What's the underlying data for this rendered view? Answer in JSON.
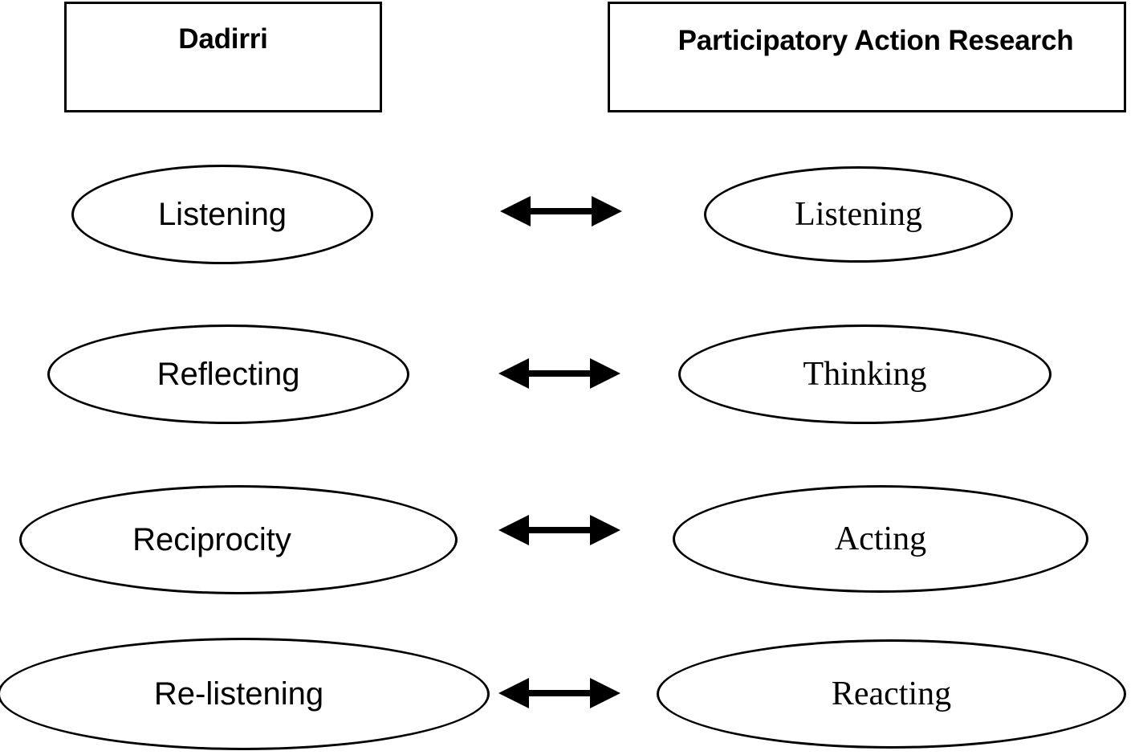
{
  "diagram": {
    "title": "Dadirri and Participatory Action Research alignment",
    "stroke_color": "#000000",
    "background_color": "#ffffff",
    "columns": [
      {
        "id": "dadirri",
        "header": "Dadirri",
        "nodes": [
          {
            "label": "Listening"
          },
          {
            "label": "Reflecting"
          },
          {
            "label": "Reciprocity"
          },
          {
            "label": "Re-listening"
          }
        ]
      },
      {
        "id": "participatory-action-research",
        "header": "Participatory Action Research",
        "nodes": [
          {
            "label": "Listening"
          },
          {
            "label": "Thinking"
          },
          {
            "label": "Acting"
          },
          {
            "label": "Reacting"
          }
        ]
      }
    ],
    "connectors": [
      {
        "icon": "double-arrow-icon",
        "from": "Listening",
        "to": "Listening"
      },
      {
        "icon": "double-arrow-icon",
        "from": "Reflecting",
        "to": "Thinking"
      },
      {
        "icon": "double-arrow-icon",
        "from": "Reciprocity",
        "to": "Acting"
      },
      {
        "icon": "double-arrow-icon",
        "from": "Re-listening",
        "to": "Reacting"
      }
    ]
  }
}
